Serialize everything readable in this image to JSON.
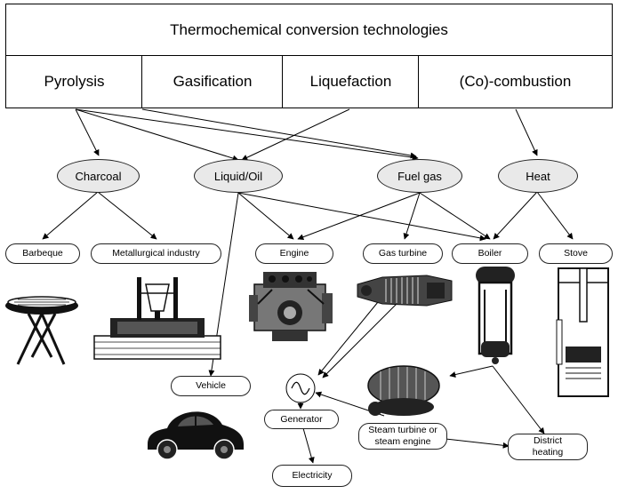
{
  "header": {
    "title": "Thermochemical conversion technologies",
    "technologies": [
      "Pyrolysis",
      "Gasification",
      "Liquefaction",
      "(Co)-combustion"
    ]
  },
  "products": {
    "charcoal": "Charcoal",
    "liquid_oil": "Liquid/Oil",
    "fuel_gas": "Fuel gas",
    "heat": "Heat"
  },
  "applications": {
    "barbeque": "Barbeque",
    "metallurgical": "Metallurgical industry",
    "engine": "Engine",
    "gas_turbine": "Gas turbine",
    "boiler": "Boiler",
    "stove": "Stove",
    "vehicle": "Vehicle",
    "generator": "Generator",
    "steam_line1": "Steam turbine or",
    "steam_line2": "steam engine",
    "district_line1": "District",
    "district_line2": "heating",
    "electricity": "Electricity"
  },
  "colors": {
    "ellipse_fill": "#e9e9e9",
    "line": "#000000",
    "dark_fill": "#222222"
  }
}
